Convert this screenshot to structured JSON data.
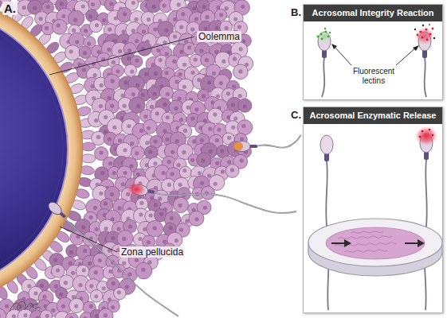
{
  "diagram": {
    "nodes": [
      {
        "text": [
          "B.",
          "Acrosomal Integrity Reaction",
          "Fluorescent lectins"
        ]
      },
      {
        "text": [
          "C.",
          "Acrosomal Enzymatic Release"
        ]
      }
    ],
    "labels": [
      "A.",
      "Oolemma",
      "Zona pellucida"
    ]
  }
}
